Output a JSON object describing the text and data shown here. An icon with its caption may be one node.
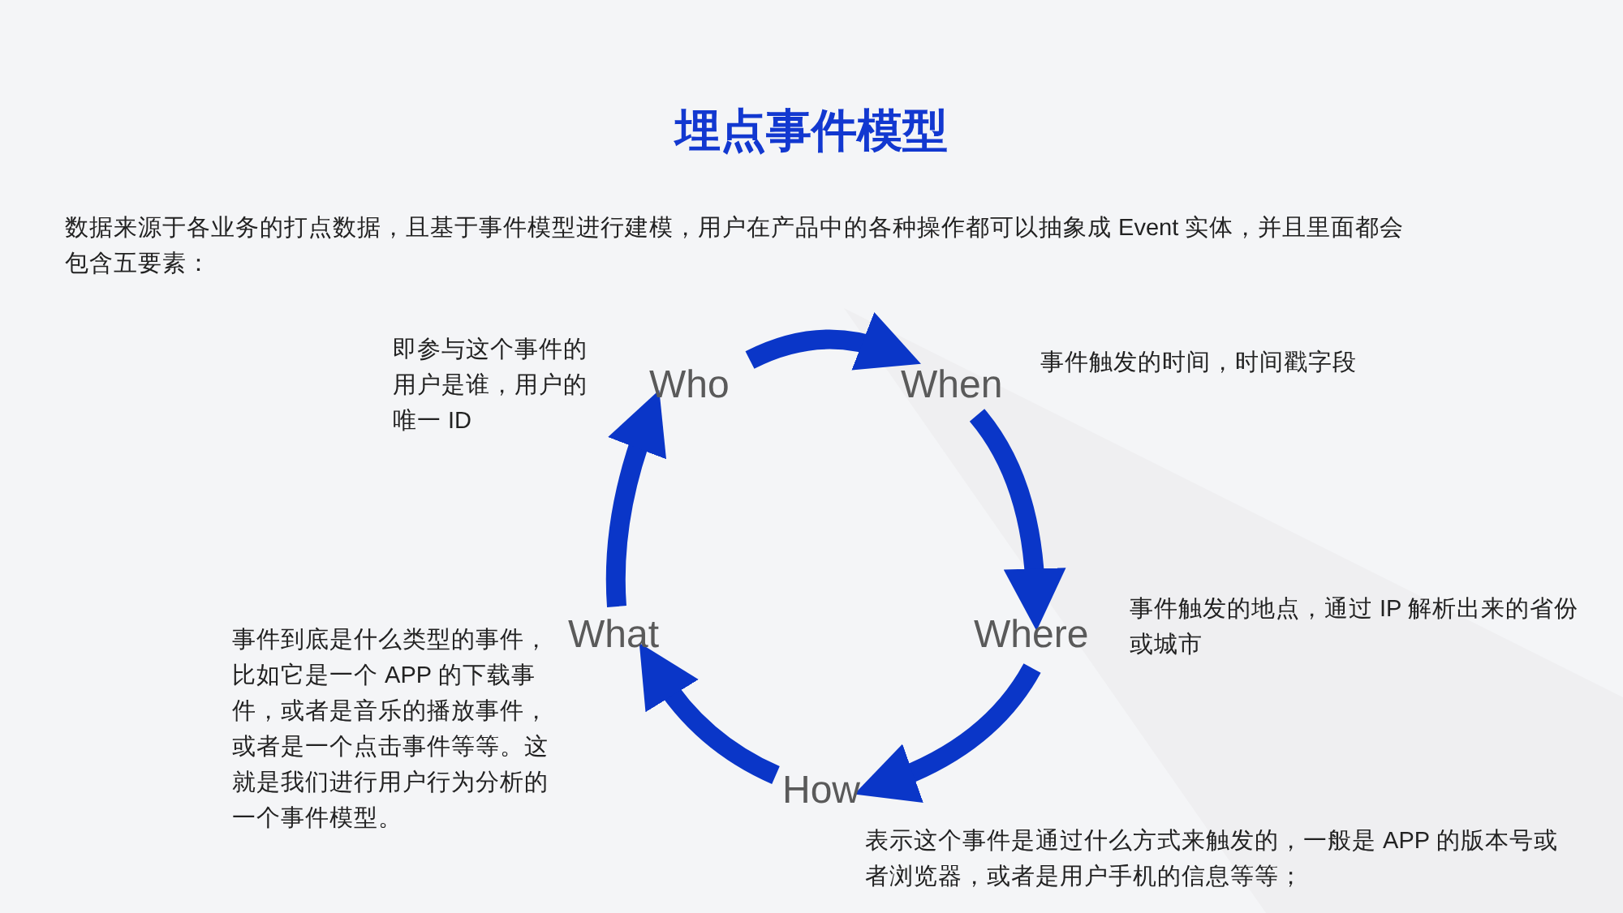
{
  "diagram": {
    "title": "埋点事件模型",
    "nodes": [
      {
        "text": [
          "Who"
        ],
        "beside": [
          "即参与这个事件的用户是谁，用户的唯一 ID"
        ]
      },
      {
        "text": [
          "When"
        ],
        "beside": [
          "事件触发的时间，时间戳字段"
        ]
      },
      {
        "text": [
          "Where"
        ],
        "beside": [
          "事件触发的地点，通过 IP 解析出来的省份或城市"
        ]
      },
      {
        "text": [
          "How"
        ],
        "beside": [
          "表示这个事件是通过什么方式来触发的，一般是 APP 的版本号或者浏览器，或者是用户手机的信息等等；"
        ]
      },
      {
        "text": [
          "What"
        ],
        "beside": [
          "事件到底是什么类型的事件，比如它是一个 APP 的下载事件，或者是音乐的播放事件，或者是一个点击事件等等。这就是我们进行用户行为分析的一个事件模型。"
        ]
      }
    ],
    "edges": [
      {
        "from": 0,
        "to": 1,
        "arrow": "to"
      },
      {
        "from": 1,
        "to": 2,
        "arrow": "to"
      },
      {
        "from": 2,
        "to": 3,
        "arrow": "to"
      },
      {
        "from": 3,
        "to": 4,
        "arrow": "to"
      },
      {
        "from": 4,
        "to": 0,
        "arrow": "to"
      }
    ],
    "labels": [
      "数据来源于各业务的打点数据，且基于事件模型进行建模，用户在产品中的各种操作都可以抽象成 Event 实体，并且里面都会包含五要素："
    ]
  }
}
